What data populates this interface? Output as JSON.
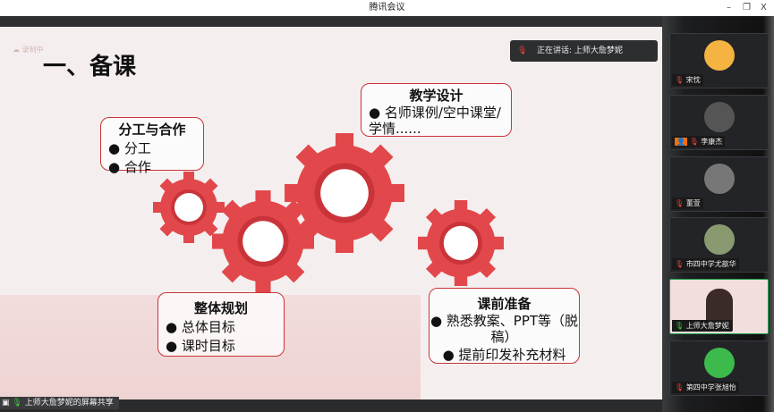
{
  "window": {
    "title": "腾讯会议",
    "minimize": "–",
    "restore": "❐",
    "close": "X"
  },
  "slide": {
    "recording": "录制中",
    "title": "一、备课",
    "speaking": "正在讲话: 上师大詹梦妮",
    "boxes": [
      {
        "title": "分工与合作",
        "items": [
          "分工",
          "合作"
        ]
      },
      {
        "title": "教学设计",
        "items": [
          "名师课例/空中课堂/学情......"
        ]
      },
      {
        "title": "整体规划",
        "items": [
          "总体目标",
          "课时目标"
        ]
      },
      {
        "title": "课前准备",
        "items": [
          "熟悉教案、PPT等（脱稿）",
          "提前印发补充材料"
        ]
      }
    ],
    "accent": "#e2474b"
  },
  "share_label": "上师大詹梦妮的屏幕共享",
  "participants": [
    {
      "name": "宋忱",
      "avatar": "#f5b342"
    },
    {
      "name": "李康杰",
      "avatar": "#555"
    },
    {
      "name": "董萱",
      "avatar": "#777"
    },
    {
      "name": "市四中学尤歆华",
      "avatar": "#8a9a70"
    },
    {
      "name": "上师大詹梦妮",
      "avatar": "#f3dede"
    },
    {
      "name": "第四中学张旭怡",
      "avatar": "#3cba4c"
    }
  ]
}
